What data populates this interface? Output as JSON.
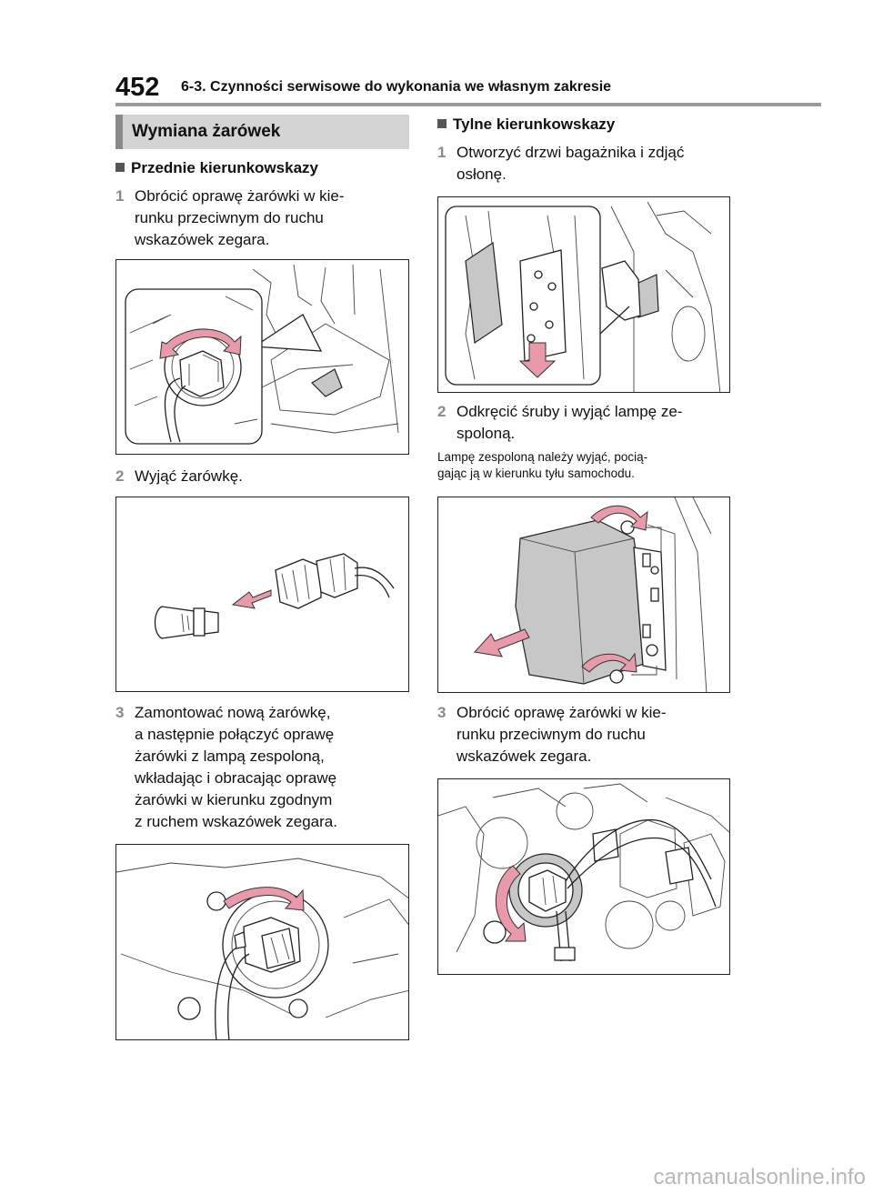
{
  "header": {
    "page_number": "452",
    "chapter": "6-3. Czynności serwisowe do wykonania we własnym zakresie"
  },
  "section": {
    "title": "Wymiana żarówek"
  },
  "left": {
    "subheading": "Przednie kierunkowskazy",
    "steps": [
      {
        "num": "1",
        "text": "Obrócić oprawę żarówki w kie-\nrunku przeciwnym do ruchu\nwskazówek zegara."
      },
      {
        "num": "2",
        "text": "Wyjąć żarówkę."
      },
      {
        "num": "3",
        "text": "Zamontować nową żarówkę,\na następnie połączyć oprawę\nżarówki z lampą zespoloną,\nwkładając i obracając oprawę\nżarówki w kierunku zgodnym\nz ruchem wskazówek zegara."
      }
    ]
  },
  "right": {
    "subheading": "Tylne kierunkowskazy",
    "steps": [
      {
        "num": "1",
        "text": "Otworzyć drzwi bagażnika i zdjąć\nosłonę."
      },
      {
        "num": "2",
        "text": "Odkręcić śruby i wyjąć lampę ze-\nspoloną."
      },
      {
        "num": "3",
        "text": "Obrócić oprawę żarówki w kie-\nrunku przeciwnym do ruchu\nwskazówek zegara."
      }
    ],
    "note": "Lampę zespoloną należy wyjąć, pocią-\ngając ją w kierunku tyłu samochodu."
  },
  "colors": {
    "arrow": "#e99aaa",
    "rule": "#9a9a9a",
    "section_bg": "#d4d4d4",
    "step_number": "#8a8a8a"
  },
  "watermark": "carmanualsonline.info"
}
